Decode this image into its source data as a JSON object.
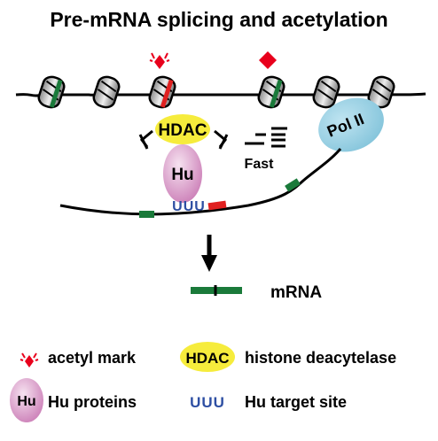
{
  "title": "Pre-mRNA splicing and acetylation",
  "labels": {
    "hdac": "HDAC",
    "hu": "Hu",
    "uuu": "UUU",
    "fast": "Fast",
    "pol2": "Pol II",
    "mrna": "mRNA"
  },
  "legend": {
    "acetyl_mark": "acetyl mark",
    "hdac_badge": "HDAC",
    "histone_deacetylase": "histone deacytelase",
    "hu_badge": "Hu",
    "hu_proteins": "Hu proteins",
    "uuu_badge": "UUU",
    "hu_target_site": "Hu target site"
  },
  "colors": {
    "exon_green": "#1a7a3a",
    "exon_red": "#e02020",
    "acetyl_red": "#e8001c",
    "hdac_yellow": "#f6ec3c",
    "hu_pink": "#d98fc6",
    "pol2_blue": "#8fcbe0",
    "uuu_blue": "#2e4fa3"
  },
  "icons": [
    "nucleosome-icon",
    "acetyl-mark-icon",
    "inhibition-icon",
    "down-arrow-icon"
  ]
}
